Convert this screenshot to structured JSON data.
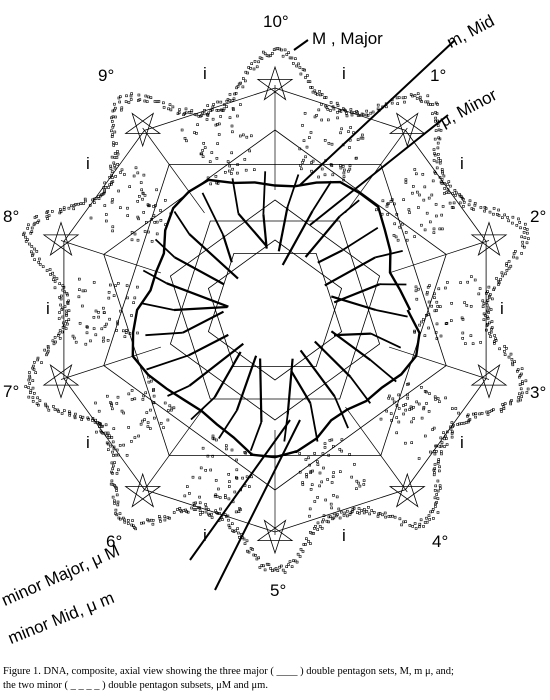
{
  "labels": {
    "deg10": "10°",
    "deg1": "1°",
    "deg2": "2°",
    "deg3": "3°",
    "deg4": "4°",
    "deg5": "5°",
    "deg6": "6°",
    "deg7": "7°",
    "deg8": "8°",
    "deg9": "9°",
    "i_mark": "i"
  },
  "callouts": {
    "major": "M , Major",
    "mid": "m, Mid",
    "minor": "μ, Minor",
    "minor_major": "minor Major, μ M",
    "minor_mid": "minor Mid, μ m"
  },
  "caption": {
    "line1": "Figure 1. DNA, composite, axial view showing the three major ( ____ ) double pentagon sets, M, m μ, and;",
    "line2": "the two minor ( _ _ _ _ ) double pentagon subsets, μM and μm."
  },
  "colors": {
    "ink": "#000000",
    "paper": "#ffffff"
  }
}
